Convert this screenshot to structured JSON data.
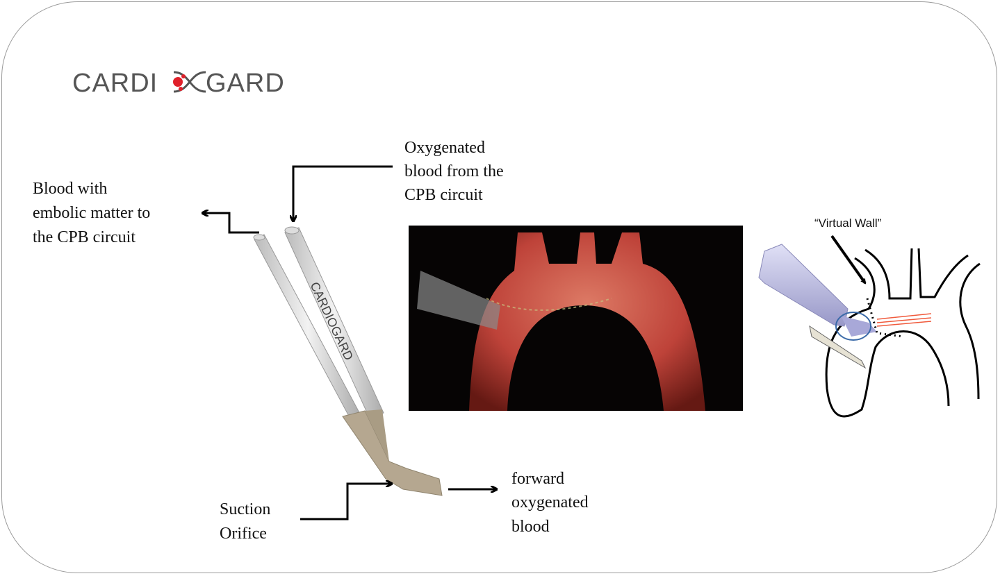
{
  "logo": {
    "left": "CARDI",
    "right": "GARD",
    "full": "CARDIOGARD"
  },
  "labels": {
    "oxygenated_in": [
      "Oxygenated",
      "blood from the",
      "CPB circuit"
    ],
    "embolic_out": [
      "Blood with",
      "embolic matter to",
      "the CPB circuit"
    ],
    "suction": [
      "Suction",
      "Orifice"
    ],
    "forward": [
      "forward",
      "oxygenated",
      "blood"
    ],
    "virtual_wall": "“Virtual Wall”"
  },
  "colors": {
    "arrow": "#000000",
    "logo_red": "#e0202a",
    "logo_gray": "#555555",
    "tube": "#d8d8d8",
    "tip": "#b5a790",
    "aorta_red": "#c8463c",
    "flow_red": "#f05a3c",
    "flow_blue": "#3a6aa8",
    "cannula": "#b8b8e0"
  }
}
